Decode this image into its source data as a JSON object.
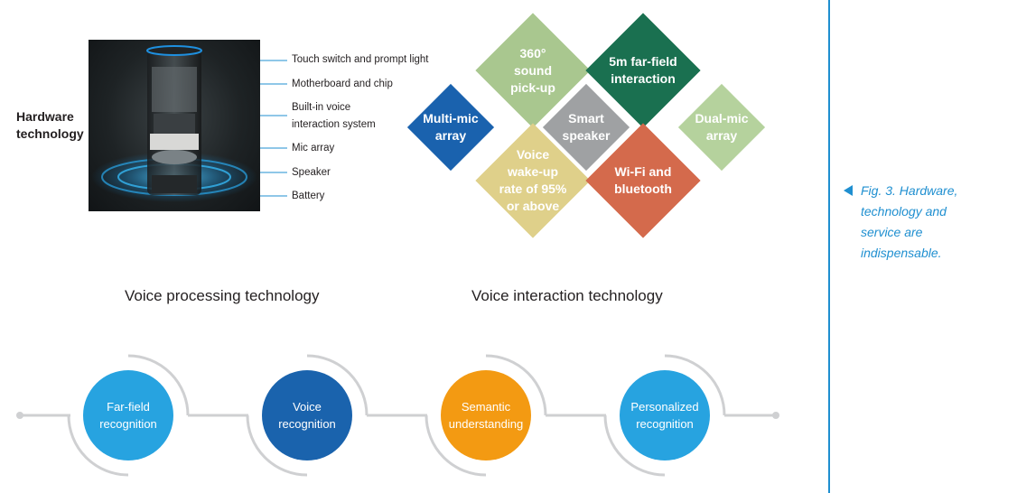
{
  "hardware": {
    "title": "Hardware\ntechnology",
    "callouts": [
      "Touch switch and prompt light",
      "Motherboard and chip",
      "Built-in voice\ninteraction system",
      "Mic array",
      "Speaker",
      "Battery"
    ]
  },
  "diamonds": [
    {
      "label": "360°\nsound\npick-up",
      "color": "#a9c78f"
    },
    {
      "label": "5m far-field\ninteraction",
      "color": "#1a7050"
    },
    {
      "label": "Multi-mic\narray",
      "color": "#1a62ae"
    },
    {
      "label": "Smart\nspeaker",
      "color": "#9fa1a3"
    },
    {
      "label": "Dual-mic\narray",
      "color": "#b5d29d"
    },
    {
      "label": "Voice\nwake-up\nrate of 95%\nor above",
      "color": "#dfd08a"
    },
    {
      "label": "Wi-Fi and\nbluetooth",
      "color": "#d46a4c"
    }
  ],
  "sections": {
    "voice_processing": "Voice processing technology",
    "voice_interaction": "Voice interaction technology"
  },
  "circles": [
    {
      "label": "Far-field\nrecognition",
      "color": "#27a3e0"
    },
    {
      "label": "Voice\nrecognition",
      "color": "#1a63ad"
    },
    {
      "label": "Semantic\nunderstanding",
      "color": "#f39a12"
    },
    {
      "label": "Personalized\nrecognition",
      "color": "#27a3e0"
    }
  ],
  "caption": "Fig. 3. Hardware,\ntechnology and\nservice are\nindispensable.",
  "colors": {
    "accent": "#1f8fd0",
    "arc": "#cfd0d2"
  }
}
